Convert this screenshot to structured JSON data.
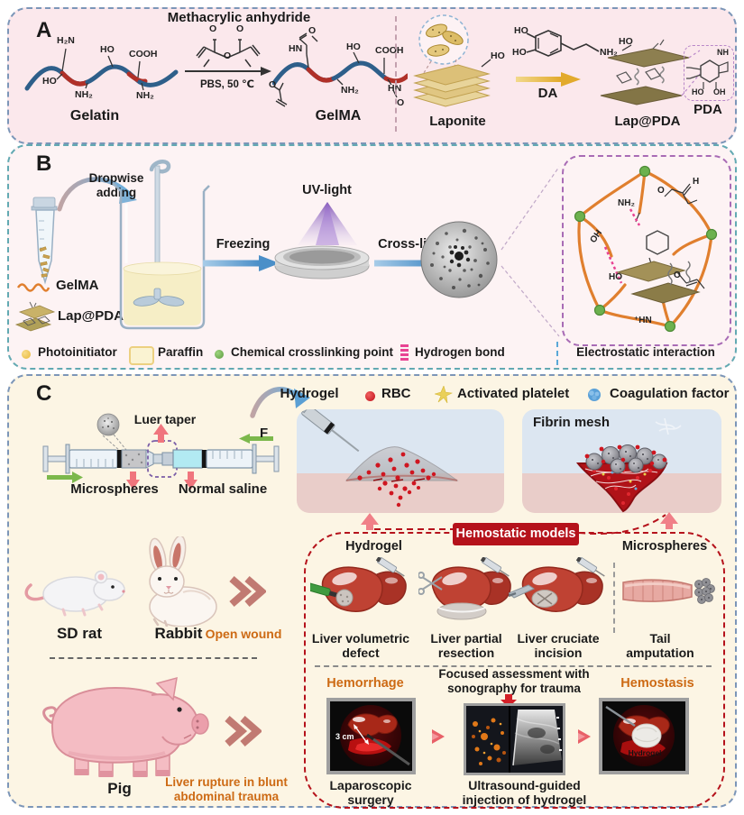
{
  "panelA": {
    "label": "A",
    "title": "Methacrylic anhydride",
    "condition": "PBS, 50 ℃",
    "gelatin_name": "Gelatin",
    "gelma_name": "GelMA",
    "laponite_name": "Laponite",
    "da_name": "DA",
    "lappda_name": "Lap@PDA",
    "pda_name": "PDA",
    "groups": {
      "gelatin": [
        "H₂N",
        "HO",
        "COOH",
        "HO",
        "NH₂",
        "NH₂"
      ],
      "gelma": [
        "O",
        "HN",
        "HO",
        "COOH",
        "O",
        "NH₂",
        "HN",
        "O"
      ],
      "anhydride": [
        "O",
        "O",
        "O"
      ],
      "dopamine": [
        "HO",
        "HO",
        "NH₂"
      ],
      "laponite_ho": "HO",
      "lappda_ho": "HO",
      "pda": [
        "NH",
        "HO",
        "OH"
      ]
    }
  },
  "panelB": {
    "label": "B",
    "dropwise": "Dropwise adding",
    "gelma": "GelMA",
    "lappda": "Lap@PDA",
    "freezing": "Freezing",
    "uv": "UV-light",
    "crosslinking": "Cross-linking",
    "network": {
      "oh": "OH",
      "nh2": "NH₂",
      "ho": "HO",
      "hn": "⁺HN",
      "o1": "O",
      "h1": "H",
      "o2": "O"
    },
    "legend": {
      "photoinitiator": "Photoinitiator",
      "paraffin": "Paraffin",
      "crosslink_point": "Chemical crosslinking point",
      "hbond": "Hydrogen bond",
      "electrostatic": "Electrostatic interaction"
    }
  },
  "panelC": {
    "label": "C",
    "hydrogel": "Hydrogel",
    "legend": {
      "rbc": "RBC",
      "platelet": "Activated platelet",
      "coag": "Coagulation factor"
    },
    "syringe": {
      "luer": "Luer taper",
      "microspheres": "Microspheres",
      "saline": "Normal saline",
      "force": "F"
    },
    "fibrin": "Fibrin mesh",
    "banner": "Hemostatic models",
    "models": {
      "hydrogel_heading": "Hydrogel",
      "microspheres_heading": "Microspheres",
      "m1": "Liver volumetric defect",
      "m2": "Liver partial resection",
      "m3": "Liver cruciate incision",
      "m4": "Tail amputation"
    },
    "animals": {
      "rat": "SD rat",
      "rabbit": "Rabbit",
      "open_wound": "Open wound",
      "pig": "Pig",
      "pig_note": "Liver rupture in blunt abdominal trauma"
    },
    "procedures": {
      "hemorrhage": "Hemorrhage",
      "fast": "Focused assessment with sonography for trauma",
      "hemostasis": "Hemostasis",
      "scale": "3 cm",
      "gel_tag": "Hydrogel",
      "lap": "Laparoscopic surgery",
      "us": "Ultrasound-guided injection of hydrogel"
    }
  },
  "colors": {
    "banner_red": "#b5121b",
    "orange_text": "#cd6a14",
    "arrow_blue": "#4b8fc8",
    "arrow_green": "#7cb84c",
    "arrow_yellow": "#e2aa2c",
    "hbond_pink": "#e84393",
    "node_green": "#6cb14e",
    "strand_orange": "#e07f2e",
    "panelA_bg": "#fbe8ec",
    "panelB_bg": "#fdf3f4",
    "panelC_bg": "#fcf5e4"
  }
}
